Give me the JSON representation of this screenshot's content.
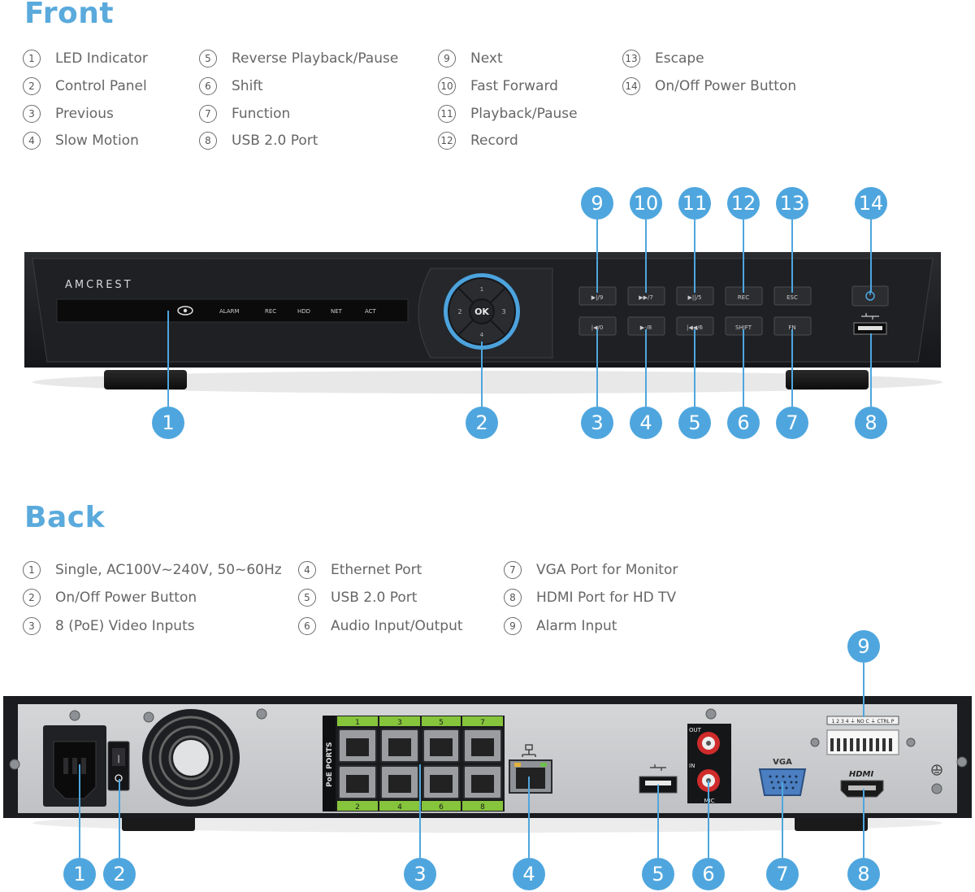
{
  "front": {
    "title": "Front",
    "legend": [
      {
        "num": "1",
        "label": "LED Indicator"
      },
      {
        "num": "2",
        "label": "Control Panel"
      },
      {
        "num": "3",
        "label": "Previous"
      },
      {
        "num": "4",
        "label": "Slow Motion"
      },
      {
        "num": "5",
        "label": "Reverse Playback/Pause"
      },
      {
        "num": "6",
        "label": "Shift"
      },
      {
        "num": "7",
        "label": "Function"
      },
      {
        "num": "8",
        "label": "USB 2.0 Port"
      },
      {
        "num": "9",
        "label": "Next"
      },
      {
        "num": "10",
        "label": "Fast Forward"
      },
      {
        "num": "11",
        "label": "Playback/Pause"
      },
      {
        "num": "12",
        "label": "Record"
      },
      {
        "num": "13",
        "label": "Escape"
      },
      {
        "num": "14",
        "label": "On/Off Power Button"
      }
    ],
    "device": {
      "brand": "AMCREST",
      "indicators": [
        "ALARM",
        "REC",
        "HDD",
        "NET",
        "ACT"
      ],
      "ok_label": "OK",
      "arrow_up": "1",
      "arrow_left": "2",
      "arrow_right": "3",
      "arrow_down": "4",
      "buttons_top": [
        "▶|/9",
        "▶▶/7",
        "▶||/5",
        "REC",
        "ESC"
      ],
      "buttons_bottom": [
        "|◀/0",
        "▶·/8",
        "|◀◀/6",
        "SHIFT",
        "FN"
      ]
    },
    "callouts": [
      "9",
      "10",
      "11",
      "12",
      "13",
      "14",
      "1",
      "2",
      "3",
      "4",
      "5",
      "6",
      "7",
      "8"
    ]
  },
  "back": {
    "title": "Back",
    "legend": [
      {
        "num": "1",
        "label": "Single, AC100V~240V, 50~60Hz"
      },
      {
        "num": "2",
        "label": "On/Off Power Button"
      },
      {
        "num": "3",
        "label": "8 (PoE) Video Inputs"
      },
      {
        "num": "4",
        "label": "Ethernet Port"
      },
      {
        "num": "5",
        "label": "USB 2.0 Port"
      },
      {
        "num": "6",
        "label": "Audio Input/Output"
      },
      {
        "num": "7",
        "label": "VGA Port for Monitor"
      },
      {
        "num": "8",
        "label": "HDMI Port for HD TV"
      },
      {
        "num": "9",
        "label": "Alarm Input"
      }
    ],
    "device": {
      "poe_label": "PoE PORTS",
      "poe_top": [
        "1",
        "3",
        "5",
        "7"
      ],
      "poe_bottom": [
        "2",
        "4",
        "6",
        "8"
      ],
      "audio_out": "OUT",
      "audio_in": "IN",
      "mic": "MIC",
      "vga": "VGA",
      "hdmi": "HDMI",
      "alarm_terminal": "1 2 3 4 ⏚ NO C ⏚ CTRL P"
    },
    "callouts": [
      "9",
      "1",
      "2",
      "3",
      "4",
      "5",
      "6",
      "7",
      "8"
    ]
  }
}
